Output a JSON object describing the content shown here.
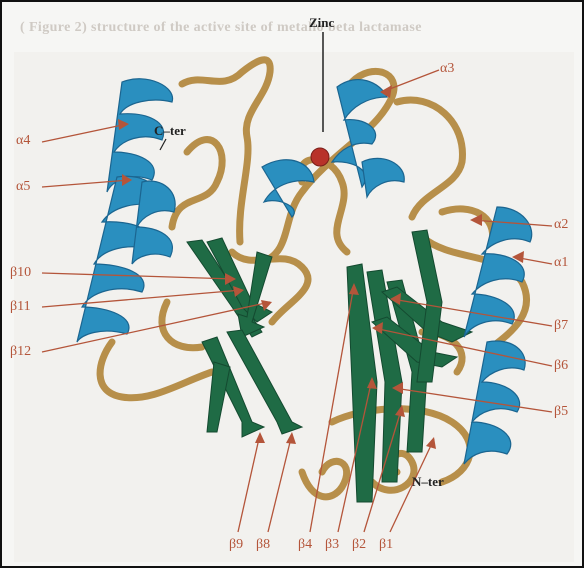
{
  "caption": "( Figure 2)    structure of the active site of metallo beta lactamase",
  "labels": {
    "zinc": "Zinc",
    "c_ter": "C–ter",
    "n_ter": "N–ter",
    "alpha3": "α3",
    "alpha4": "α4",
    "alpha5": "α5",
    "alpha2": "α2",
    "alpha1": "α1",
    "beta10": "β10",
    "beta11": "β11",
    "beta12": "β12",
    "beta7": "β7",
    "beta6": "β6",
    "beta5": "β5",
    "beta9": "β9",
    "beta8": "β8",
    "beta4": "β4",
    "beta3": "β3",
    "beta2": "β2",
    "beta1": "β1"
  },
  "colors": {
    "helix": "#2a8fbf",
    "strand": "#1f6b45",
    "coil": "#c7a15a",
    "label": "#b4553a",
    "zinc": "#b8322a"
  }
}
